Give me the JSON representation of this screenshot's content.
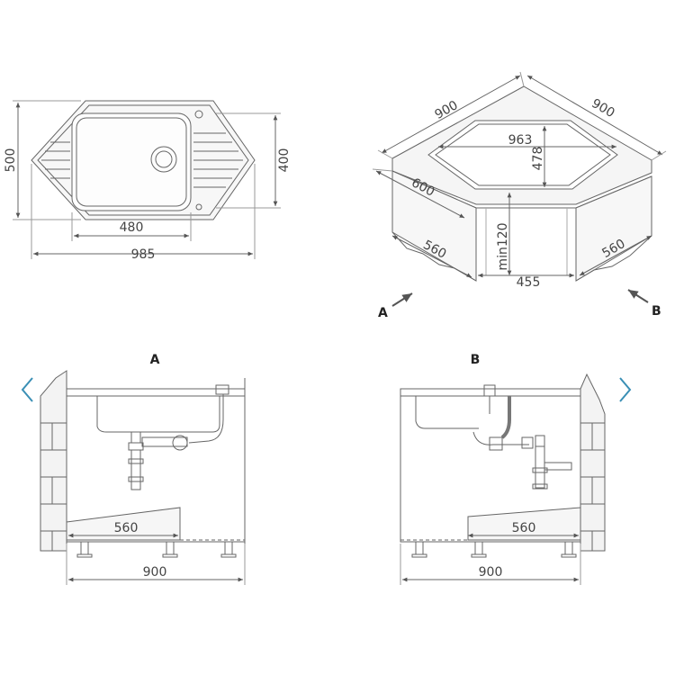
{
  "top_view": {
    "height": "500",
    "depth": "400",
    "bowl_width": "480",
    "total_width": "985"
  },
  "iso_view": {
    "side_left": "900",
    "side_right": "900",
    "cutout_width": "963",
    "cutout_depth": "478",
    "cabinet_depth": "600",
    "min_clearance": "min120",
    "front_left": "560",
    "front_right": "560",
    "front_center": "455",
    "arrow_a": "A",
    "arrow_b": "B"
  },
  "view_a": {
    "label": "A",
    "inner": "560",
    "total": "900"
  },
  "view_b": {
    "label": "B",
    "inner": "560",
    "total": "900"
  },
  "navigation": {
    "prev_icon": "chevron-left-icon",
    "next_icon": "chevron-right-icon",
    "accent_color": "#3a8fb5"
  }
}
